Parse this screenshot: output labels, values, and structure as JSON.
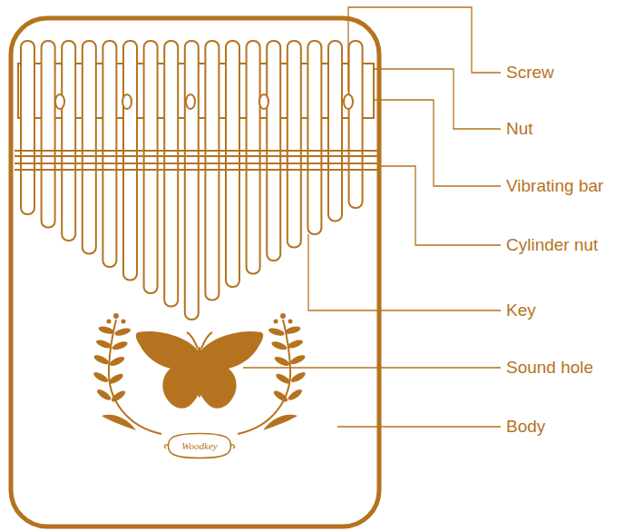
{
  "diagram": {
    "labels": [
      "Screw",
      "Nut",
      "Vibrating bar",
      "Cylinder nut",
      "Key",
      "Sound hole",
      "Body",
      "Woodkey"
    ]
  }
}
